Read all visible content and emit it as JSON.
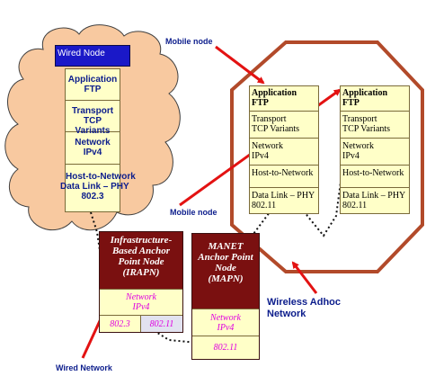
{
  "wired_node": {
    "title": "Wired Node",
    "layers": [
      {
        "lines": [
          "Application",
          "FTP"
        ]
      },
      {
        "lines": [
          "Transport",
          "TCP Variants"
        ]
      },
      {
        "lines": [
          "Network",
          "IPv4"
        ]
      },
      {
        "lines": [
          "Host-to-Network",
          "Data Link – PHY",
          "802.3"
        ]
      }
    ]
  },
  "mobile_nodes": [
    {
      "layers": [
        {
          "lines": [
            "Application",
            "FTP"
          ]
        },
        {
          "lines": [
            "Transport",
            "TCP Variants"
          ]
        },
        {
          "lines": [
            "Network",
            "IPv4"
          ]
        },
        {
          "lines": [
            "Host-to-Network"
          ]
        },
        {
          "lines": [
            "Data Link – PHY",
            "802.11"
          ]
        }
      ]
    },
    {
      "layers": [
        {
          "lines": [
            "Application",
            "FTP"
          ]
        },
        {
          "lines": [
            "Transport",
            "TCP Variants"
          ]
        },
        {
          "lines": [
            "Network",
            "IPv4"
          ]
        },
        {
          "lines": [
            "Host-to-Network"
          ]
        },
        {
          "lines": [
            "Data Link – PHY",
            "802.11"
          ]
        }
      ]
    }
  ],
  "irapn": {
    "title_lines": [
      "Infrastructure-",
      "Based Anchor",
      "Point Node",
      "(IRAPN)"
    ],
    "network_lines": [
      "Network",
      "IPv4"
    ],
    "links": [
      "802.3",
      "802.11"
    ]
  },
  "mapn": {
    "title_lines": [
      "MANET",
      "Anchor Point",
      "Node",
      "(MAPN)"
    ],
    "network_lines": [
      "Network",
      "IPv4"
    ],
    "link": "802.11"
  },
  "labels": {
    "mobile_node_top": "Mobile node",
    "mobile_node_mid": "Mobile node",
    "wireless_adhoc_lines": [
      "Wireless Adhoc",
      "Network"
    ],
    "wired_network": "Wired Network"
  },
  "colors": {
    "cloud_fill": "#f8c9a0",
    "cloud_stroke": "#404040",
    "stack_fill": "#ffffc8",
    "wired_title_fill": "#1a18c8",
    "anchor_fill": "#7a1010",
    "octagon_stroke": "#b24a2a",
    "arrow": "#e31212",
    "label_blue": "#0c1d8c",
    "magenta": "#e000e0"
  }
}
